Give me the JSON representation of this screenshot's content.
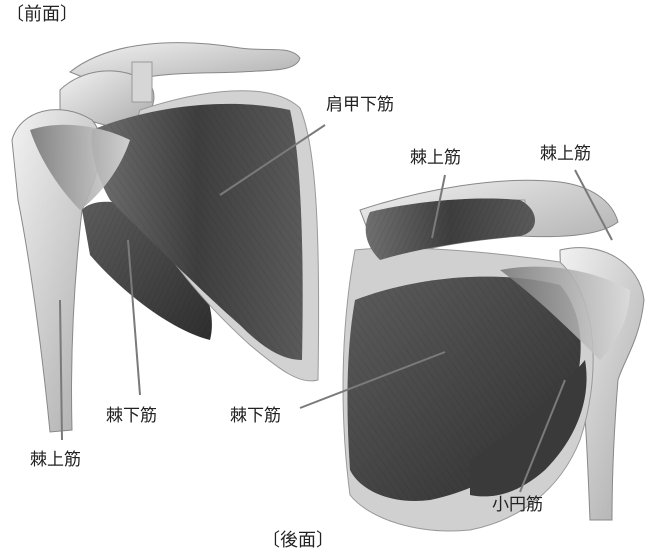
{
  "views": {
    "front": {
      "caption": "〔前面〕"
    },
    "back": {
      "caption": "〔後面〕"
    }
  },
  "labels": {
    "subscapularis": "肩甲下筋",
    "supraspinatus_back_mid": "棘上筋",
    "supraspinatus_back_right": "棘上筋",
    "infraspinatus_front": "棘下筋",
    "infraspinatus_back": "棘下筋",
    "supraspinatus_front": "棘上筋",
    "teres_minor": "小円筋"
  },
  "colors": {
    "bone": "#e6e6e6",
    "bone_shade": "#b4b4b4",
    "muscle_dark": "#4a4a4a",
    "muscle_mid": "#6e6e6e",
    "leader_line": "#7a7a7a"
  }
}
